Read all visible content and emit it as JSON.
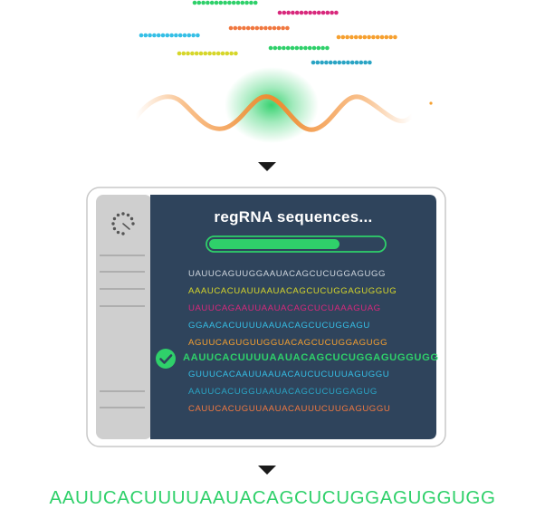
{
  "panel": {
    "title": "regRNA sequences...",
    "progress": 0.75
  },
  "colors": {
    "green": "#2fd06a",
    "magenta": "#d8287c",
    "orange": "#f07840",
    "cyan": "#35bfe6",
    "yellow": "#d6d62a",
    "teal": "#2aa4c4",
    "amber": "#f6a030",
    "panel_bg": "#2f445c",
    "sidebar_bg": "#cfcfcf"
  },
  "sequences": [
    {
      "text": "UAUUCAGUUGGAAUACAGCUCUGGAGUGG",
      "color": "#cfd6de",
      "highlight": false
    },
    {
      "text": "AAAUCACUAUUAAUACAGCUCUGGAGUGGUG",
      "color": "#d6d62a",
      "highlight": false
    },
    {
      "text": "UAUUCAGAAUUAAUACAGCUCUAAAGUAG",
      "color": "#d8287c",
      "highlight": false
    },
    {
      "text": "GGAACACUUUUAAUACAGCUCUGGAGU",
      "color": "#35bfe6",
      "highlight": false
    },
    {
      "text": "AGUUCAGUGUUGGUACAGCUCUGGAGUGG",
      "color": "#f6a030",
      "highlight": false
    },
    {
      "text": "AAUUCACUUUUAAUACAGCUCUGGAGUGGUGG",
      "color": "#2fd06a",
      "highlight": true
    },
    {
      "text": "GUUUCACAAUUAAUACAUCUCUUUAGUGGU",
      "color": "#35bfe6",
      "highlight": false
    },
    {
      "text": "AAUUCACUGGUAAUACAGCUCUGGAGUG",
      "color": "#2aa4c4",
      "highlight": false
    },
    {
      "text": "CAUUCACUGUUAAUACAUUUCUUGAGUGGU",
      "color": "#f07840",
      "highlight": false
    }
  ],
  "result": "AAUUCACUUUUAAUACAGCUCUGGAGUGGUGG",
  "icons": {
    "sidebar": "gauge-icon",
    "match": "check-circle-icon",
    "flow": "arrow-down-icon"
  }
}
